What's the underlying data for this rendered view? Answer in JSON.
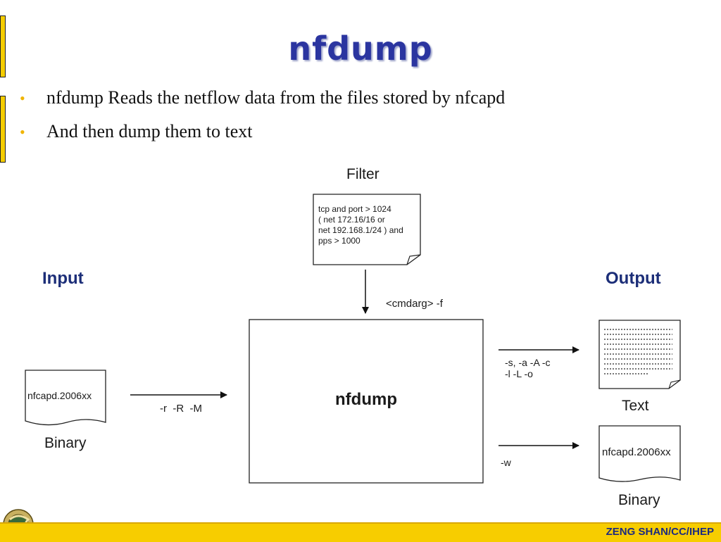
{
  "slide": {
    "title": "nfdump",
    "bullets": [
      "nfdump Reads the netflow data from the files stored by nfcapd",
      "And then dump them to text"
    ],
    "bullet_glyph": "•",
    "footer": "ZENG SHAN/CC/IHEP"
  },
  "diagram": {
    "filter_title": "Filter",
    "filter_text": "tcp and port > 1024\n( net 172.16/16 or\nnet 192.168.1/24 ) and\npps > 1000",
    "filter_arg": "<cmdarg> -f",
    "input_heading": "Input",
    "output_heading": "Output",
    "center_label": "nfdump",
    "input_file": "nfcapd.2006xx",
    "input_caption": "Binary",
    "input_args": "-r  -R  -M",
    "text_args": "-s, -a -A -c\n-l -L -o",
    "text_caption": "Text",
    "binary_arg": "-w",
    "output_file": "nfcapd.2006xx",
    "output_caption": "Binary"
  },
  "colors": {
    "title": "#2b35a0",
    "bullet_dot": "#f0b400",
    "heading": "#1c2e78",
    "footer_bg": "#f7cd00",
    "footer_text": "#1c2a80"
  }
}
